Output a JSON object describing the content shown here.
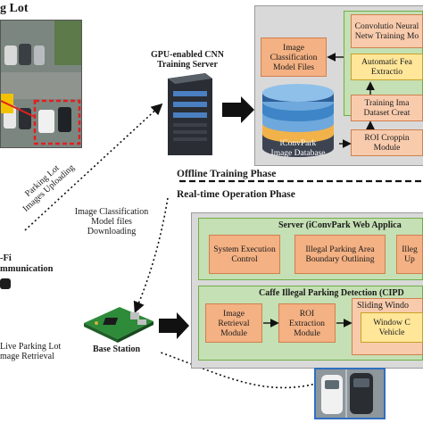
{
  "parking_lot": {
    "title": "g Lot"
  },
  "cnn_server": {
    "title_line1": "GPU-enabled CNN",
    "title_line2": "Training Server"
  },
  "training": {
    "image_model_files": "Image Classification Model Files",
    "cnn_model": "Convolutio Neural Netw Training Mo",
    "auto_feature": "Automatic Fea Extractio",
    "dataset": "Training Ima Dataset Creat",
    "roi_cropping": "ROI Croppin Module",
    "database_line1": "iConvPark",
    "database_line2": "Image Database"
  },
  "arrows": {
    "upload_line1": "Parking Lot",
    "upload_line2": "Images Uploading",
    "download_line1": "Image Classification",
    "download_line2": "Model files",
    "download_line3": "Downloading",
    "retrieval_line1": "Live Parking Lot",
    "retrieval_line2": "mage Retrieval"
  },
  "phases": {
    "offline": "Offline Training Phase",
    "realtime": "Real-time Operation Phase"
  },
  "wifi": {
    "line1": "-Fi",
    "line2": "mmunication"
  },
  "base_station": {
    "label": "Base Station"
  },
  "server": {
    "title": "Server  (iConvPark Web Applica",
    "sys_exec": "System Execution Control",
    "illegal_area": "Illegal Parking Area Boundary Outlining",
    "illegal_up": "Illeg Up"
  },
  "cipd": {
    "title": "Caffe Illegal Parking Detection (CIPD",
    "image_retrieval": "Image Retrieval Module",
    "roi_extraction": "ROI Extraction Module",
    "sliding_window": "Sliding Windo",
    "window_vehicle": "Window C Vehicle"
  },
  "colors": {
    "panel_grey": "#d9d9d9",
    "box_orange": "#f4b183",
    "box_yellow": "#ffe699",
    "panel_green": "#c5e0b4"
  }
}
